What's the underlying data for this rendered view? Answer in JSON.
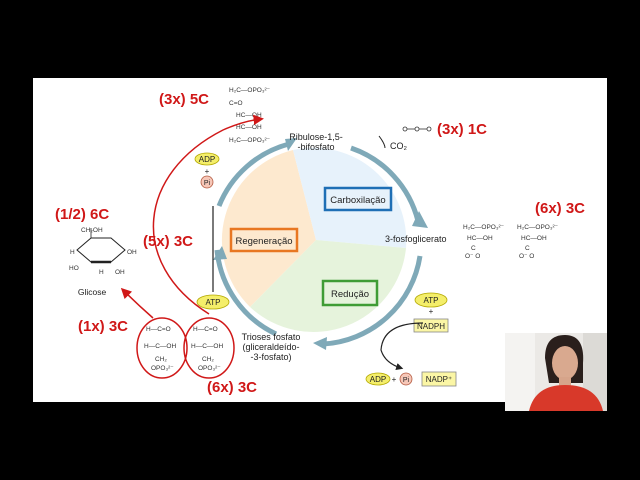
{
  "colors": {
    "annotation_red": "#d01818",
    "cycle_arrow": "#7fa9b8",
    "regeneration_fill": "#fde9cf",
    "carboxylation_fill": "#e7f2fb",
    "reduction_fill": "#e6f3dc",
    "regeneration_box": "#e87722",
    "carboxylation_box": "#1f6fb5",
    "reduction_box": "#3f9c35",
    "atp_yellow": "#f4ee6a",
    "nadp_yellow": "#fbf6a5"
  },
  "annotations": {
    "ribulose_count": "(3x) 5C",
    "co2_count": "(3x) 1C",
    "phosphoglycerate_count": "(6x) 3C",
    "glucose_count": "(1/2) 6C",
    "regenerated_count": "(5x) 3C",
    "exported_count": "(1x) 3C",
    "trioses_count": "(6x) 3C"
  },
  "stages": {
    "carboxylation": "Carboxilação",
    "reduction": "Redução",
    "regeneration": "Regeneração"
  },
  "molecules": {
    "ribulose_line1": "Ribulose-1,5-",
    "ribulose_line2": "-bifosfato",
    "co2": "CO₂",
    "phosphoglycerate": "3-fosfoglicerato",
    "trioses_line1": "Trioses fosfato",
    "trioses_line2": "(gliceraldeído-",
    "trioses_line3": "-3-fosfato)",
    "glucose": "Glicose"
  },
  "cofactors": {
    "adp": "ADP",
    "plus": "+",
    "pi": "Pi",
    "atp": "ATP",
    "nadph": "NADPH",
    "nadp": "NADP⁺"
  },
  "structure_labels": {
    "ribulose": [
      "H₂C—OPO₃²⁻",
      "C=O",
      "HC—OH",
      "HC—OH",
      "H₂C—OPO₃²⁻"
    ],
    "pga": [
      "H₂C—OPO₃²⁻",
      "HC—OH",
      "C",
      "O⁻   O"
    ],
    "triose": [
      "H—C=O",
      "H—C—OH",
      "CH₂",
      "OPO₃²⁻"
    ],
    "glucose": [
      "CH₂OH",
      "H",
      "OH",
      "HO",
      "H",
      "OH"
    ]
  }
}
